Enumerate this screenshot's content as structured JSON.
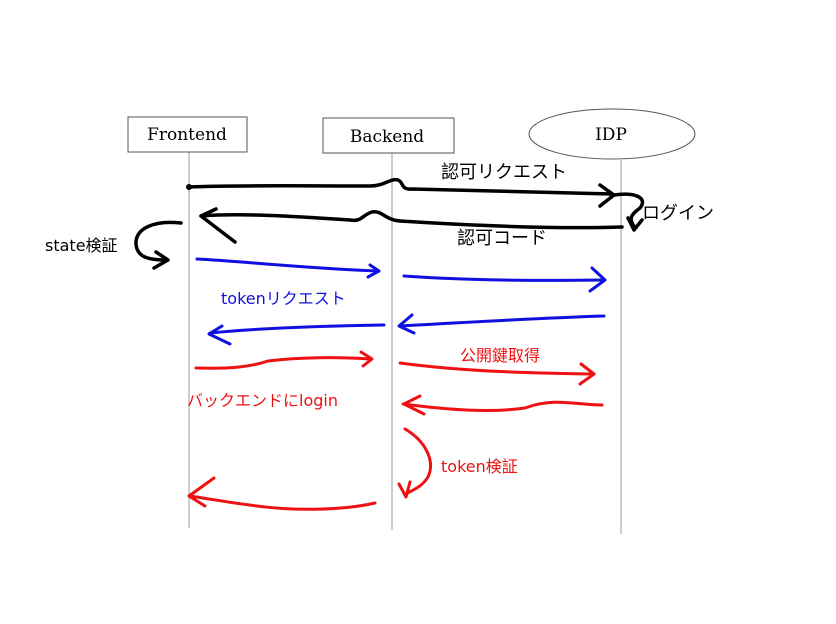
{
  "participants": {
    "frontend": "Frontend",
    "backend": "Backend",
    "idp": "IDP"
  },
  "messages": {
    "auth_request": "認可リクエスト",
    "login": "ログイン",
    "auth_code": "認可コード",
    "state_verify": "state検証",
    "token_request": "tokenリクエスト",
    "public_key_fetch": "公開鍵取得",
    "backend_login": "バックエンドにlogin",
    "token_verify": "token検証"
  },
  "colors": {
    "black": "#000000",
    "blue": "#1010e0",
    "red": "#ee1111",
    "lifeline": "#9a9a9a"
  }
}
